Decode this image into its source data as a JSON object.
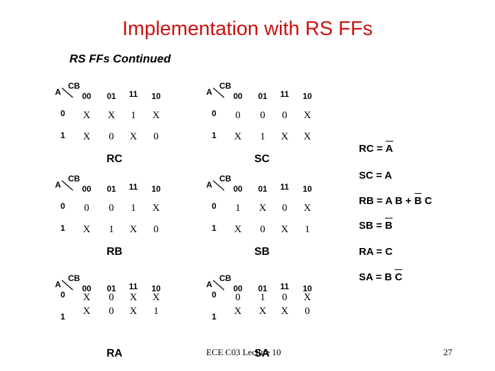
{
  "title": "Implementation with RS FFs",
  "subtitle": "RS FFs Continued",
  "kmaps": [
    {
      "name": "RC",
      "row_var": "A",
      "col_var": "CB",
      "cols": [
        "00",
        "01",
        "11",
        "10"
      ],
      "rows": [
        "0",
        "1"
      ],
      "cells": [
        [
          "X",
          "X",
          "1",
          "X"
        ],
        [
          "X",
          "0",
          "X",
          "0"
        ]
      ]
    },
    {
      "name": "SC",
      "row_var": "A",
      "col_var": "CB",
      "cols": [
        "00",
        "01",
        "11",
        "10"
      ],
      "rows": [
        "0",
        "1"
      ],
      "cells": [
        [
          "0",
          "0",
          "0",
          "X"
        ],
        [
          "X",
          "1",
          "X",
          "X"
        ]
      ]
    },
    {
      "name": "RB",
      "row_var": "A",
      "col_var": "CB",
      "cols": [
        "00",
        "01",
        "11",
        "10"
      ],
      "rows": [
        "0",
        "1"
      ],
      "cells": [
        [
          "0",
          "0",
          "1",
          "X"
        ],
        [
          "X",
          "1",
          "X",
          "0"
        ]
      ]
    },
    {
      "name": "SB",
      "row_var": "A",
      "col_var": "CB",
      "cols": [
        "00",
        "01",
        "11",
        "10"
      ],
      "rows": [
        "0",
        "1"
      ],
      "cells": [
        [
          "1",
          "X",
          "0",
          "X"
        ],
        [
          "X",
          "0",
          "X",
          "1"
        ]
      ]
    },
    {
      "name": "RA",
      "row_var": "A",
      "col_var": "CB",
      "cols": [
        "00",
        "01",
        "11",
        "10"
      ],
      "rows": [
        "0",
        "1"
      ],
      "cells": [
        [
          "X",
          "0",
          "X",
          "X"
        ],
        [
          "X",
          "0",
          "X",
          "1"
        ]
      ]
    },
    {
      "name": "SA",
      "row_var": "A",
      "col_var": "CB",
      "cols": [
        "00",
        "01",
        "11",
        "10"
      ],
      "rows": [
        "0",
        "1"
      ],
      "cells": [
        [
          "0",
          "1",
          "0",
          "X"
        ],
        [
          "X",
          "X",
          "X",
          "0"
        ]
      ]
    }
  ],
  "equations": {
    "rc": {
      "lhs": "RC = ",
      "a": "A"
    },
    "sc": "SC = A",
    "rb": {
      "lhs": "RB = A B  +  ",
      "b": "B",
      "c": " C"
    },
    "sb": {
      "lhs": "SB = ",
      "b": "B"
    },
    "ra": "RA = C",
    "sa": {
      "lhs": "SA = B ",
      "c": "C"
    }
  },
  "footer": "ECE C03 Lecture 10",
  "page_number": "27"
}
